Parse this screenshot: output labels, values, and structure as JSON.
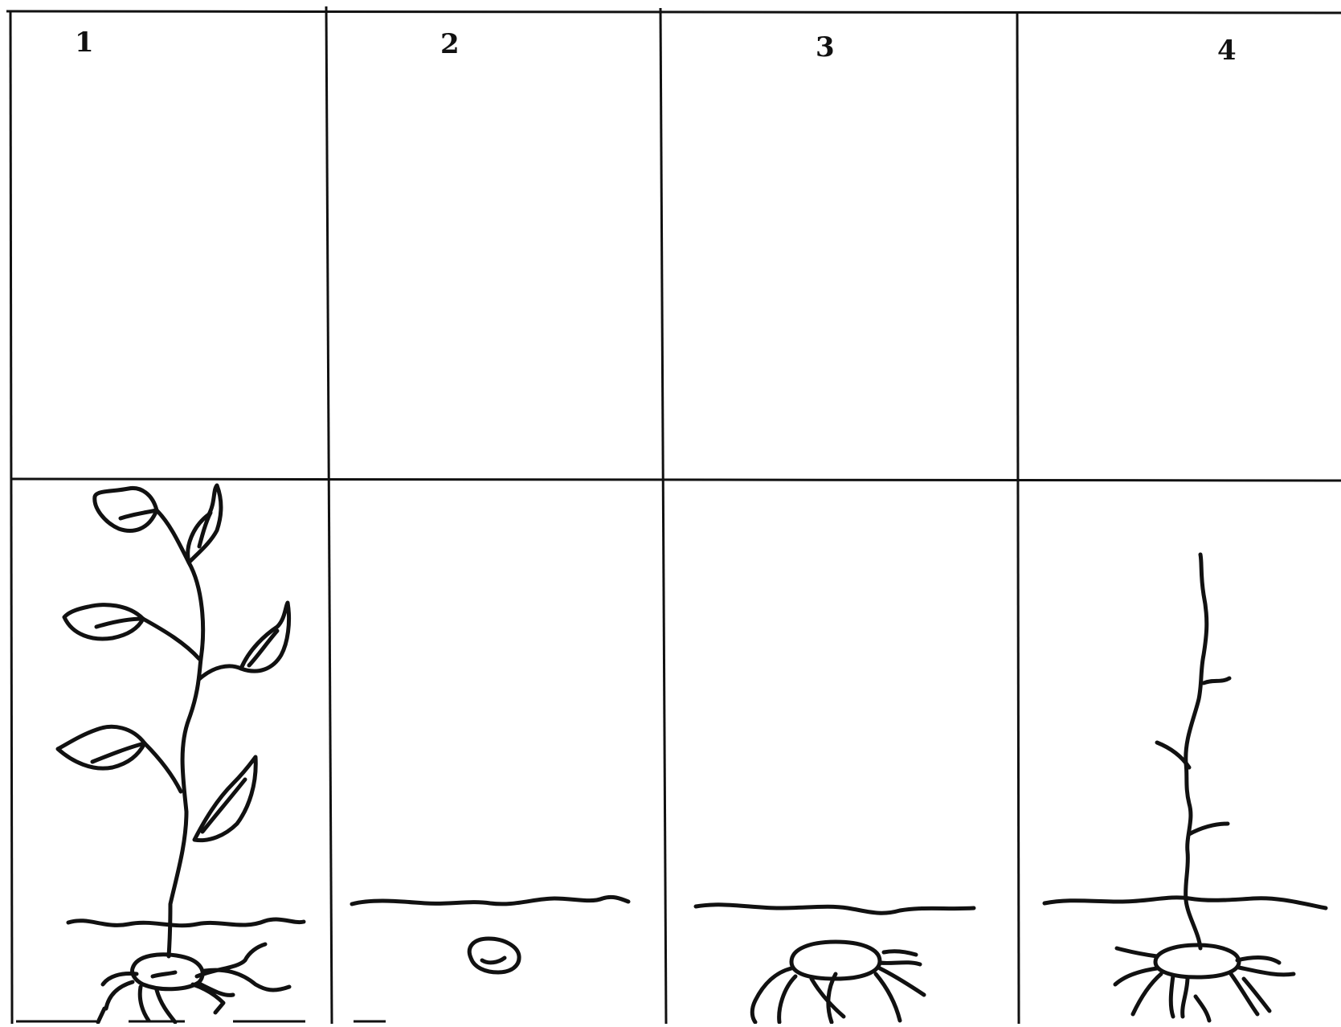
{
  "panels": [
    {
      "number": "1",
      "stage": "grown-plant"
    },
    {
      "number": "2",
      "stage": "seed-in-soil"
    },
    {
      "number": "3",
      "stage": "seed-with-roots"
    },
    {
      "number": "4",
      "stage": "sprout-with-roots"
    }
  ],
  "colors": {
    "ink": "#111111",
    "background": "#ffffff"
  }
}
